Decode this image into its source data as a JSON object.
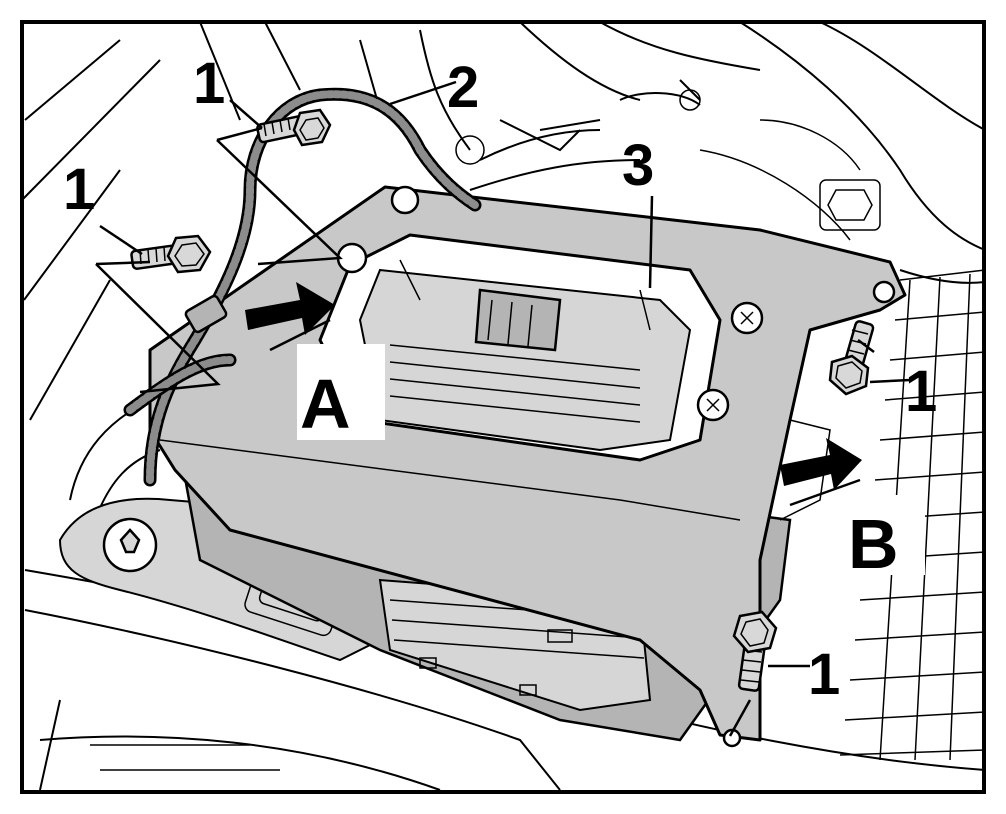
{
  "callouts": {
    "bolt_label": "1",
    "harness_label": "2",
    "control_unit_label": "3"
  },
  "directions": {
    "a_label": "A",
    "b_label": "B"
  },
  "colors": {
    "line": "#000000",
    "paper": "#ffffff",
    "part_fill": "#c8c8c8",
    "shadow_fill": "#b4b4b4"
  }
}
